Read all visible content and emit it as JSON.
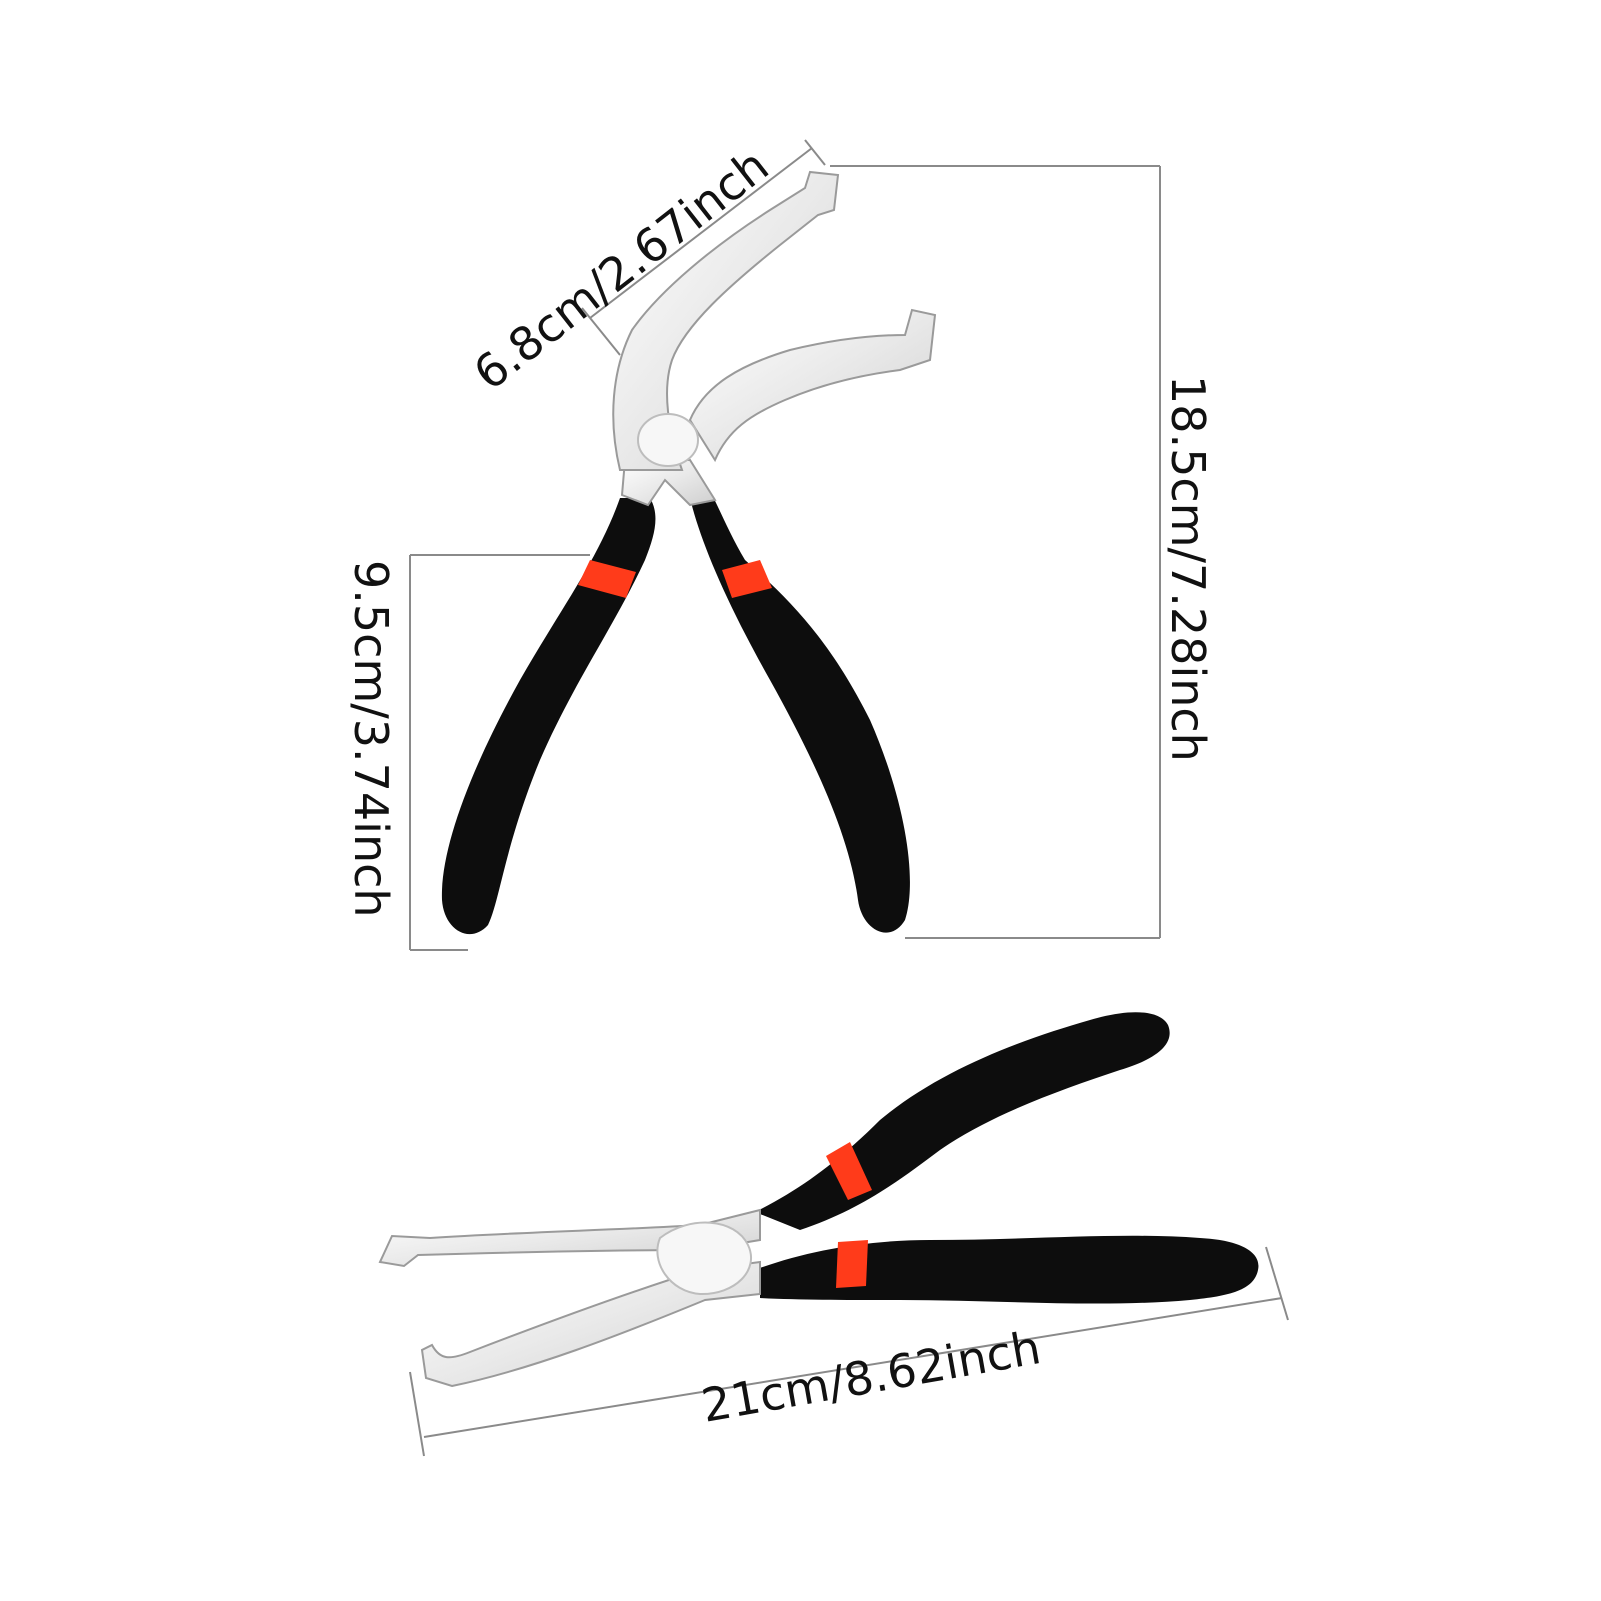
{
  "dimensions": {
    "jaw_length": "6.8cm/2.67inch",
    "total_height": "18.5cm/7.28inch",
    "handle_length": "9.5cm/3.74inch",
    "total_length": "21cm/8.62inch"
  },
  "colors": {
    "handle": "#0d0d0d",
    "accent_band": "#ff3b1a",
    "metal": "#f2f2f2",
    "metal_edge": "#9a9a9a",
    "dimension_line": "#8a8a8a",
    "text": "#111111"
  }
}
